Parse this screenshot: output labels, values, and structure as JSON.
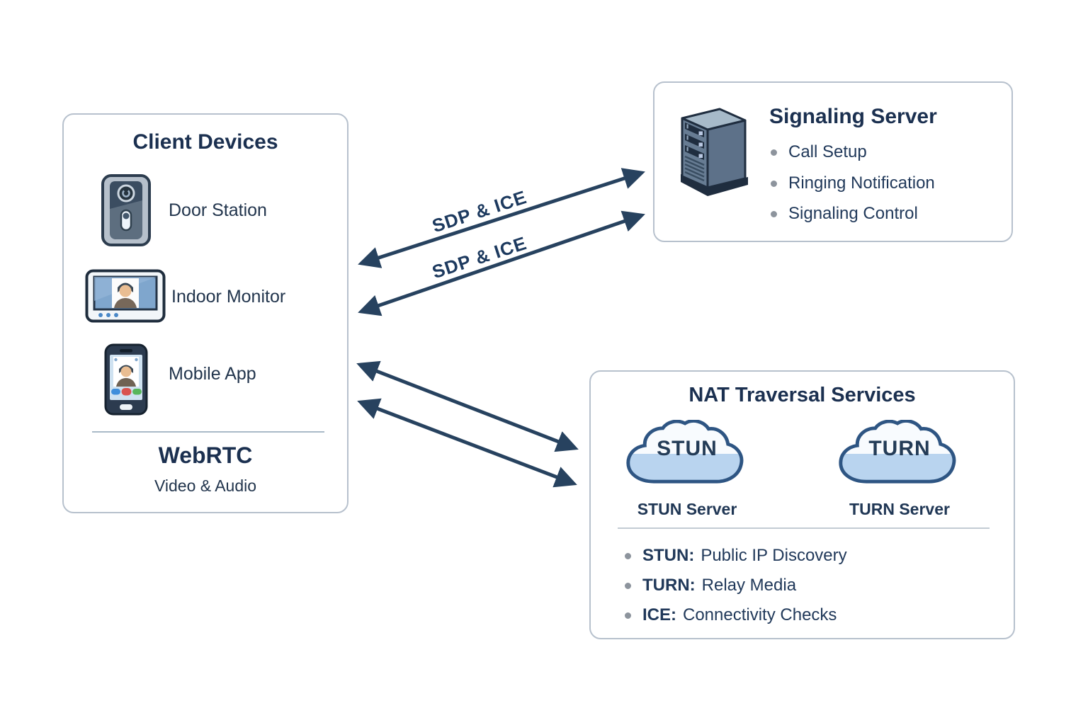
{
  "client_box": {
    "title": "Client Devices",
    "items": [
      {
        "label": "Door Station",
        "icon": "door-station-icon"
      },
      {
        "label": "Indoor Monitor",
        "icon": "indoor-monitor-icon"
      },
      {
        "label": "Mobile App",
        "icon": "mobile-app-icon"
      }
    ],
    "footer_title": "WebRTC",
    "footer_subtitle": "Video & Audio"
  },
  "signaling_box": {
    "title": "Signaling Server",
    "icon": "server-icon",
    "bullets": [
      "Call Setup",
      "Ringing Notification",
      "Signaling Control"
    ]
  },
  "nat_box": {
    "title": "NAT Traversal Services",
    "clouds": [
      {
        "label": "STUN",
        "caption": "STUN Server",
        "icon": "stun-cloud-icon"
      },
      {
        "label": "TURN",
        "caption": "TURN Server",
        "icon": "turn-cloud-icon"
      }
    ],
    "bullets": [
      {
        "term": "STUN:",
        "desc": "Public IP Discovery"
      },
      {
        "term": "TURN:",
        "desc": "Relay Media"
      },
      {
        "term": "ICE:",
        "desc": "Connectivity Checks"
      }
    ]
  },
  "connections": {
    "signaling_arrow_label_1": "SDP & ICE",
    "signaling_arrow_label_2": "SDP & ICE"
  },
  "colors": {
    "arrow": "#27425f",
    "title_text": "#1b3050",
    "body_text": "#22354d",
    "box_border": "#b7c1cd",
    "cloud_fill_top": "#f8fbfe",
    "cloud_fill_bottom": "#b9d4ef",
    "cloud_stroke": "#2e5583",
    "bullet_dot": "#8d949d"
  }
}
